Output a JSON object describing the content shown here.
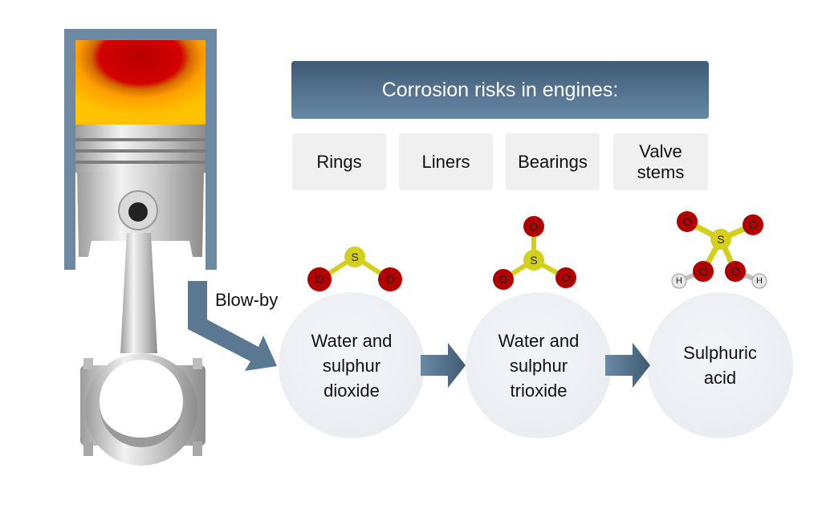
{
  "header": {
    "title": "Corrosion risks in engines:"
  },
  "parts": [
    {
      "label": "Rings"
    },
    {
      "label": "Liners"
    },
    {
      "label": "Bearings"
    },
    {
      "label": "Valve stems"
    }
  ],
  "blowby": {
    "label": "Blow-by"
  },
  "stages": [
    {
      "label": "Water and sulphur dioxide",
      "molecule": "SO2"
    },
    {
      "label": "Water and sulphur trioxide",
      "molecule": "SO3"
    },
    {
      "label": "Sulphuric acid",
      "molecule": "H2SO4"
    }
  ],
  "atoms": {
    "sulphur": "S",
    "oxygen": "O",
    "hydrogen": "H"
  },
  "colors": {
    "header": "#4f6f8c",
    "arrow": "#5a7891",
    "cylinder": "#6e8aa3",
    "oxygen": "#b00000",
    "sulphur": "#d4cf1c",
    "hydrogen": "#e6e6e6",
    "flame_core": "#c40000",
    "flame_outer": "#ffc000"
  }
}
